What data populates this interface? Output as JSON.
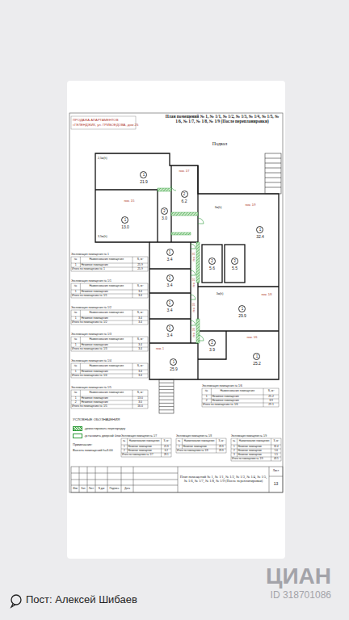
{
  "diagram": {
    "title": "План помещений № 1, № 1/1, № 1/2, № 1/3, № 1/4, № 1/5, № 1/6, № 1/7, № 1/8, № 1/9 (После перепланировки)",
    "nodes": [
      {
        "text": [
          "1",
          "21.9"
        ]
      },
      {
        "text": [
          "2",
          "6.2"
        ]
      },
      {
        "text": [
          "1",
          "13.0"
        ]
      },
      {
        "text": [
          "2",
          "3.0"
        ]
      },
      {
        "text": [
          "1",
          "32.4"
        ]
      },
      {
        "text": [
          "1",
          "3.4"
        ]
      },
      {
        "text": [
          "2",
          "5.6"
        ]
      },
      {
        "text": [
          "3",
          "5.5"
        ]
      },
      {
        "text": [
          "1",
          "3.4"
        ]
      },
      {
        "text": [
          "1",
          "3.4"
        ]
      },
      {
        "text": [
          "1",
          "29.9"
        ]
      },
      {
        "text": [
          "1",
          "3.4"
        ]
      },
      {
        "text": [
          "2",
          "3.9"
        ]
      },
      {
        "text": [
          "1",
          "25.9"
        ]
      },
      {
        "text": [
          "1",
          "25.2"
        ]
      }
    ],
    "labels": [
      "ПРОДАЖА АПАРТАМЕНТОВ",
      "г.ГЕЛЕНДЖИК, ул. ГРИБОЕДОВА, дом 25",
      "Подвал",
      "2,5м(h)",
      "3,5м(h)",
      "3м(h)",
      "3м(h)",
      "пом. 1/7",
      "пом. 1/5",
      "пом. 1/9",
      "пом. 1/1",
      "пом. 1/2",
      "пом. 1/3",
      "пом. 1/4",
      "пом. 1",
      "пом. 1/8",
      "пом. 1/6",
      "Экспликация помещения № 1",
      "№",
      "Наименование помещения",
      "S, м²",
      "1",
      "Нежилое помещение",
      "25.9",
      "Итого по помещению № 1",
      "25.9",
      "Экспликация помещения № 1/1",
      "№",
      "Наименование помещения",
      "S, м²",
      "1",
      "Нежилое помещение",
      "3.4",
      "Итого по помещению № 1/1",
      "3.4",
      "Экспликация помещения № 1/2",
      "№",
      "Наименование помещения",
      "S, м²",
      "1",
      "Нежилое помещение",
      "3.4",
      "Итого по помещению № 1/2",
      "3.4",
      "Экспликация помещения № 1/3",
      "№",
      "Наименование помещения",
      "S, м²",
      "1",
      "Нежилое помещение",
      "3.4",
      "Итого по помещению № 1/3",
      "3.4",
      "Экспликация помещения № 1/4",
      "№",
      "Наименование помещения",
      "S, м²",
      "1",
      "Нежилое помещение",
      "3.4",
      "Итого по помещению № 1/4",
      "3.4",
      "Экспликация помещения № 1/5",
      "№",
      "Наименование помещения",
      "S, м²",
      "1",
      "Нежилое помещение",
      "13.0",
      "2",
      "Нежилое помещение",
      "3.0",
      "Итого по помещению № 1/5",
      "16.0",
      "Экспликация помещения № 1/6",
      "№",
      "Наименование помещения",
      "S, м²",
      "1",
      "Нежилое помещение",
      "25.2",
      "2",
      "Нежилое помещение",
      "3.9",
      "Итого по помещению № 1/6",
      "29.1",
      "Экспликация помещения № 1/7",
      "№",
      "Наименование помещения",
      "S, м²",
      "1",
      "Нежилое помещение",
      "21.9",
      "2",
      "Нежилое помещение",
      "6.2",
      "Итого по помещению № 1/7",
      "28.1",
      "Экспликация помещения № 1/8",
      "№",
      "Наименование помещения",
      "S, м²",
      "1",
      "Нежилое помещение",
      "29.9",
      "Итого по помещению № 1/8",
      "29.9",
      "Экспликация помещения № 1/9",
      "№",
      "Наименование помещения",
      "S, м²",
      "1",
      "Нежилое помещение",
      "32.4",
      "2",
      "Нежилое помещение",
      "5.6",
      "3",
      "Нежилое помещение",
      "5.5",
      "Итого по помещению № 1/9",
      "43.5",
      "УСЛОВНЫЕ ОБОЗНАЧЕНИЯ",
      "Примечание:",
      "Высота помещений h=3.00",
      "План помещений № 1, № 1/1, № 1/2, № 1/3, № 1/4, № 1/5, № 1/6, № 1/7, № 1/8, № 1/9 (После перепланировки)",
      "Лист",
      "13",
      "Изм",
      "Кол",
      "Лист",
      "N док",
      "Подпись",
      "Дата",
      "Пост: Алексей Шибаев",
      "ЦИАН",
      "ID 318701086"
    ],
    "legend": [
      {
        "text": "-демонтировать перегородку"
      },
      {
        "text": "-установить дверной блок"
      }
    ]
  }
}
